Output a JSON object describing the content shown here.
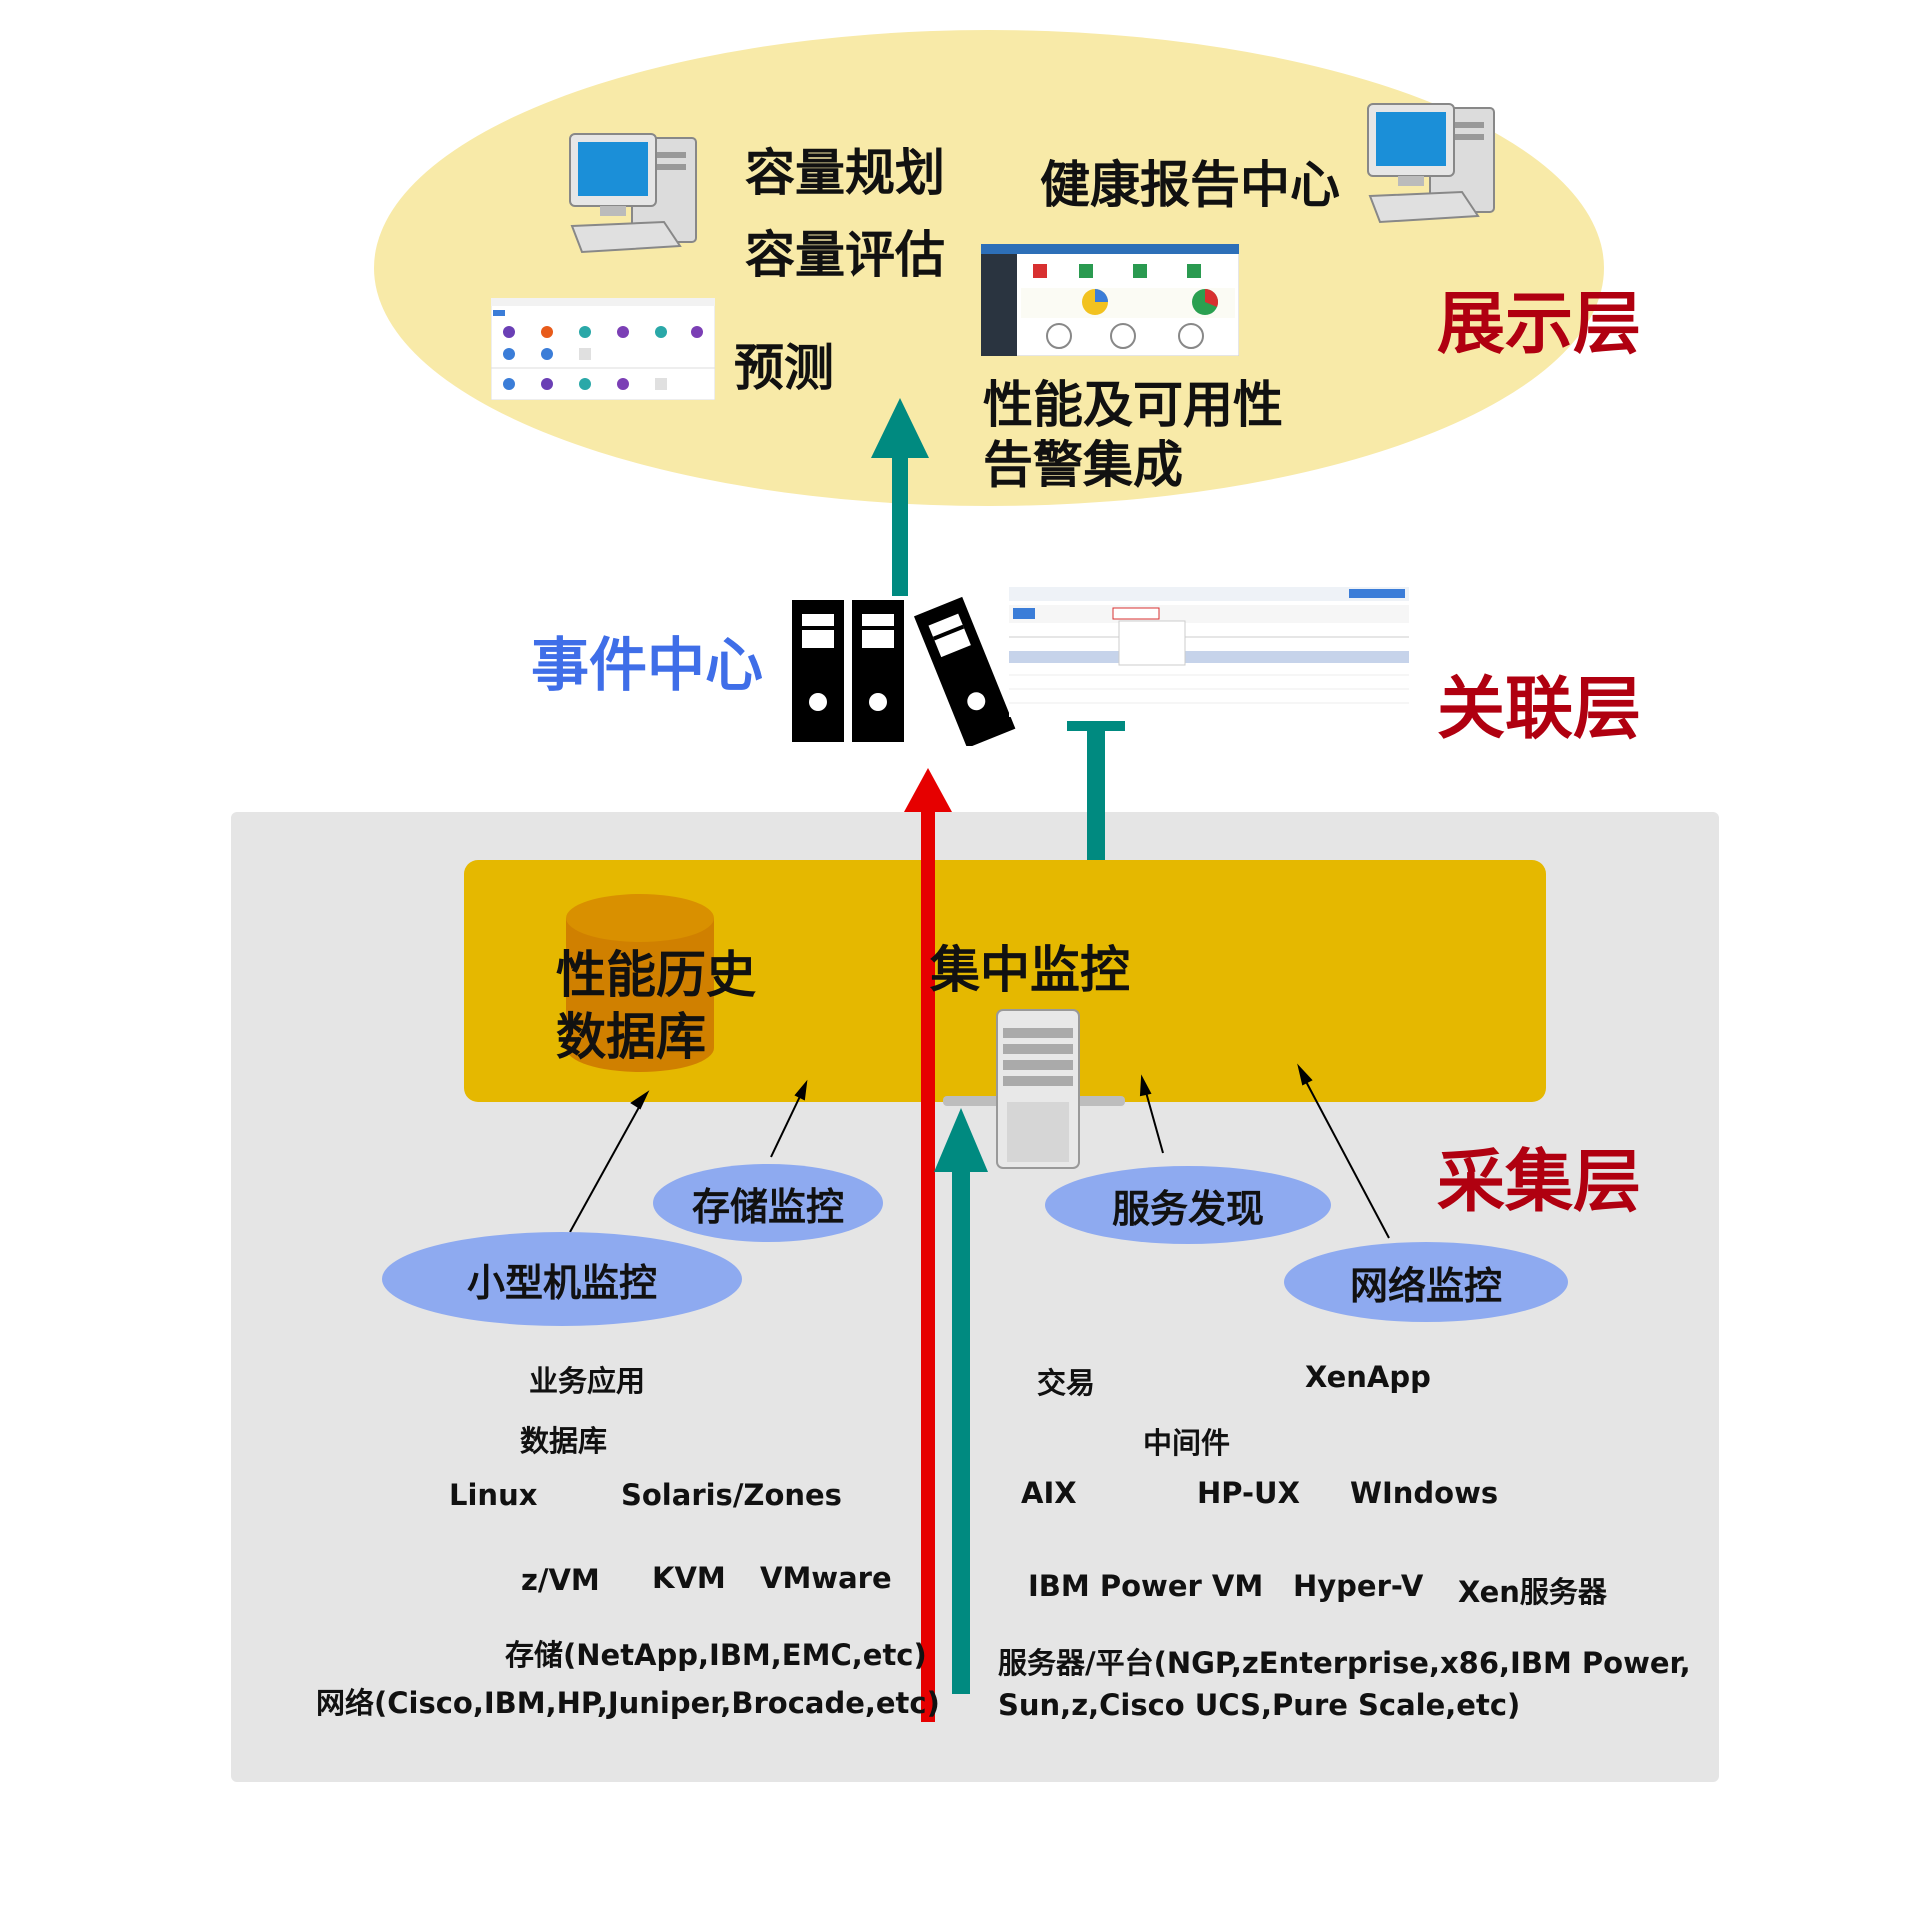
{
  "presentation": {
    "layer_label": "展示层",
    "capacity_planning": "容量规划",
    "capacity_assessment": "容量评估",
    "forecast": "预测",
    "health_report_center": "健康报告中心",
    "perf_alert_line1": "性能及可用性",
    "perf_alert_line2": "告警集成"
  },
  "correlation": {
    "layer_label": "关联层",
    "event_center": "事件中心"
  },
  "collection": {
    "layer_label": "采集层",
    "central_monitoring": "集中监控",
    "history_db_line1": "性能历史",
    "history_db_line2": "数据库",
    "ovals": {
      "storage": "存储监控",
      "minicomputer": "小型机监控",
      "service_discovery": "服务发现",
      "network": "网络监控"
    },
    "left_items": {
      "business_app": "业务应用",
      "database": "数据库",
      "linux": "Linux",
      "solaris": "Solaris/Zones",
      "zvm": "z/VM",
      "kvm": "KVM",
      "vmware": "VMware",
      "storage_vendors": "存储(NetApp,IBM,EMC,etc)",
      "network_vendors": "网络(Cisco,IBM,HP,Juniper,Brocade,etc)"
    },
    "right_items": {
      "transaction": "交易",
      "xenapp": "XenApp",
      "middleware": "中间件",
      "aix": "AIX",
      "hpux": "HP-UX",
      "windows": "WIndows",
      "ibm_power_vm": "IBM Power VM",
      "hyperv": "Hyper-V",
      "xen_server": "Xen服务器",
      "servers_line1": "服务器/平台(NGP,zEnterprise,x86,IBM Power,",
      "servers_line2": "Sun,z,Cisco UCS,Pure Scale,etc)"
    }
  },
  "colors": {
    "ellipse": "#f8eaa8",
    "collection_panel": "#e5e5e5",
    "monitor_bar": "#e5b800",
    "teal_arrow": "#008a80",
    "red_arrow": "#e60000",
    "oval": "#8eaaf0",
    "layer_label": "#b00010",
    "event_center": "#3f6ee8"
  },
  "icons": [
    "desktop-computer-icon",
    "binder-icon",
    "server-tower-icon",
    "database-cylinder-icon"
  ]
}
